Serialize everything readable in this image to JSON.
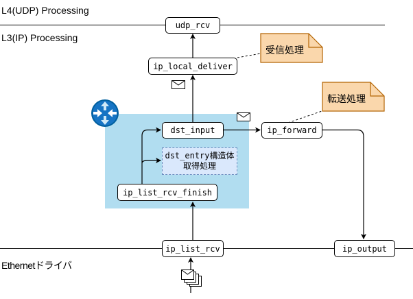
{
  "layers": {
    "l4": "L4(UDP) Processing",
    "l3": "L3(IP) Processing",
    "l2": "Ethernetドライバ"
  },
  "nodes": {
    "udp_rcv": "udp_rcv",
    "ip_local_deliver": "ip_local_deliver",
    "dst_input": "dst_input",
    "dst_entry_line1": "dst_entry構造体",
    "dst_entry_line2": "取得処理",
    "ip_list_rcv_finish": "ip_list_rcv_finish",
    "ip_forward": "ip_forward",
    "ip_list_rcv": "ip_list_rcv",
    "ip_output": "ip_output"
  },
  "notes": {
    "receive": "受信処理",
    "forward": "転送処理"
  },
  "icons": {
    "router": "router-icon",
    "message": "envelope-icon",
    "messages_stack": "envelope-stack-icon"
  },
  "colors": {
    "region_fill": "#b1ddf0",
    "note_fill": "#fad7ac",
    "note_stroke": "#b46504",
    "dashed_fill": "#dae8fc",
    "dashed_stroke": "#6c8ebf",
    "router_blue": "#005f9e"
  }
}
